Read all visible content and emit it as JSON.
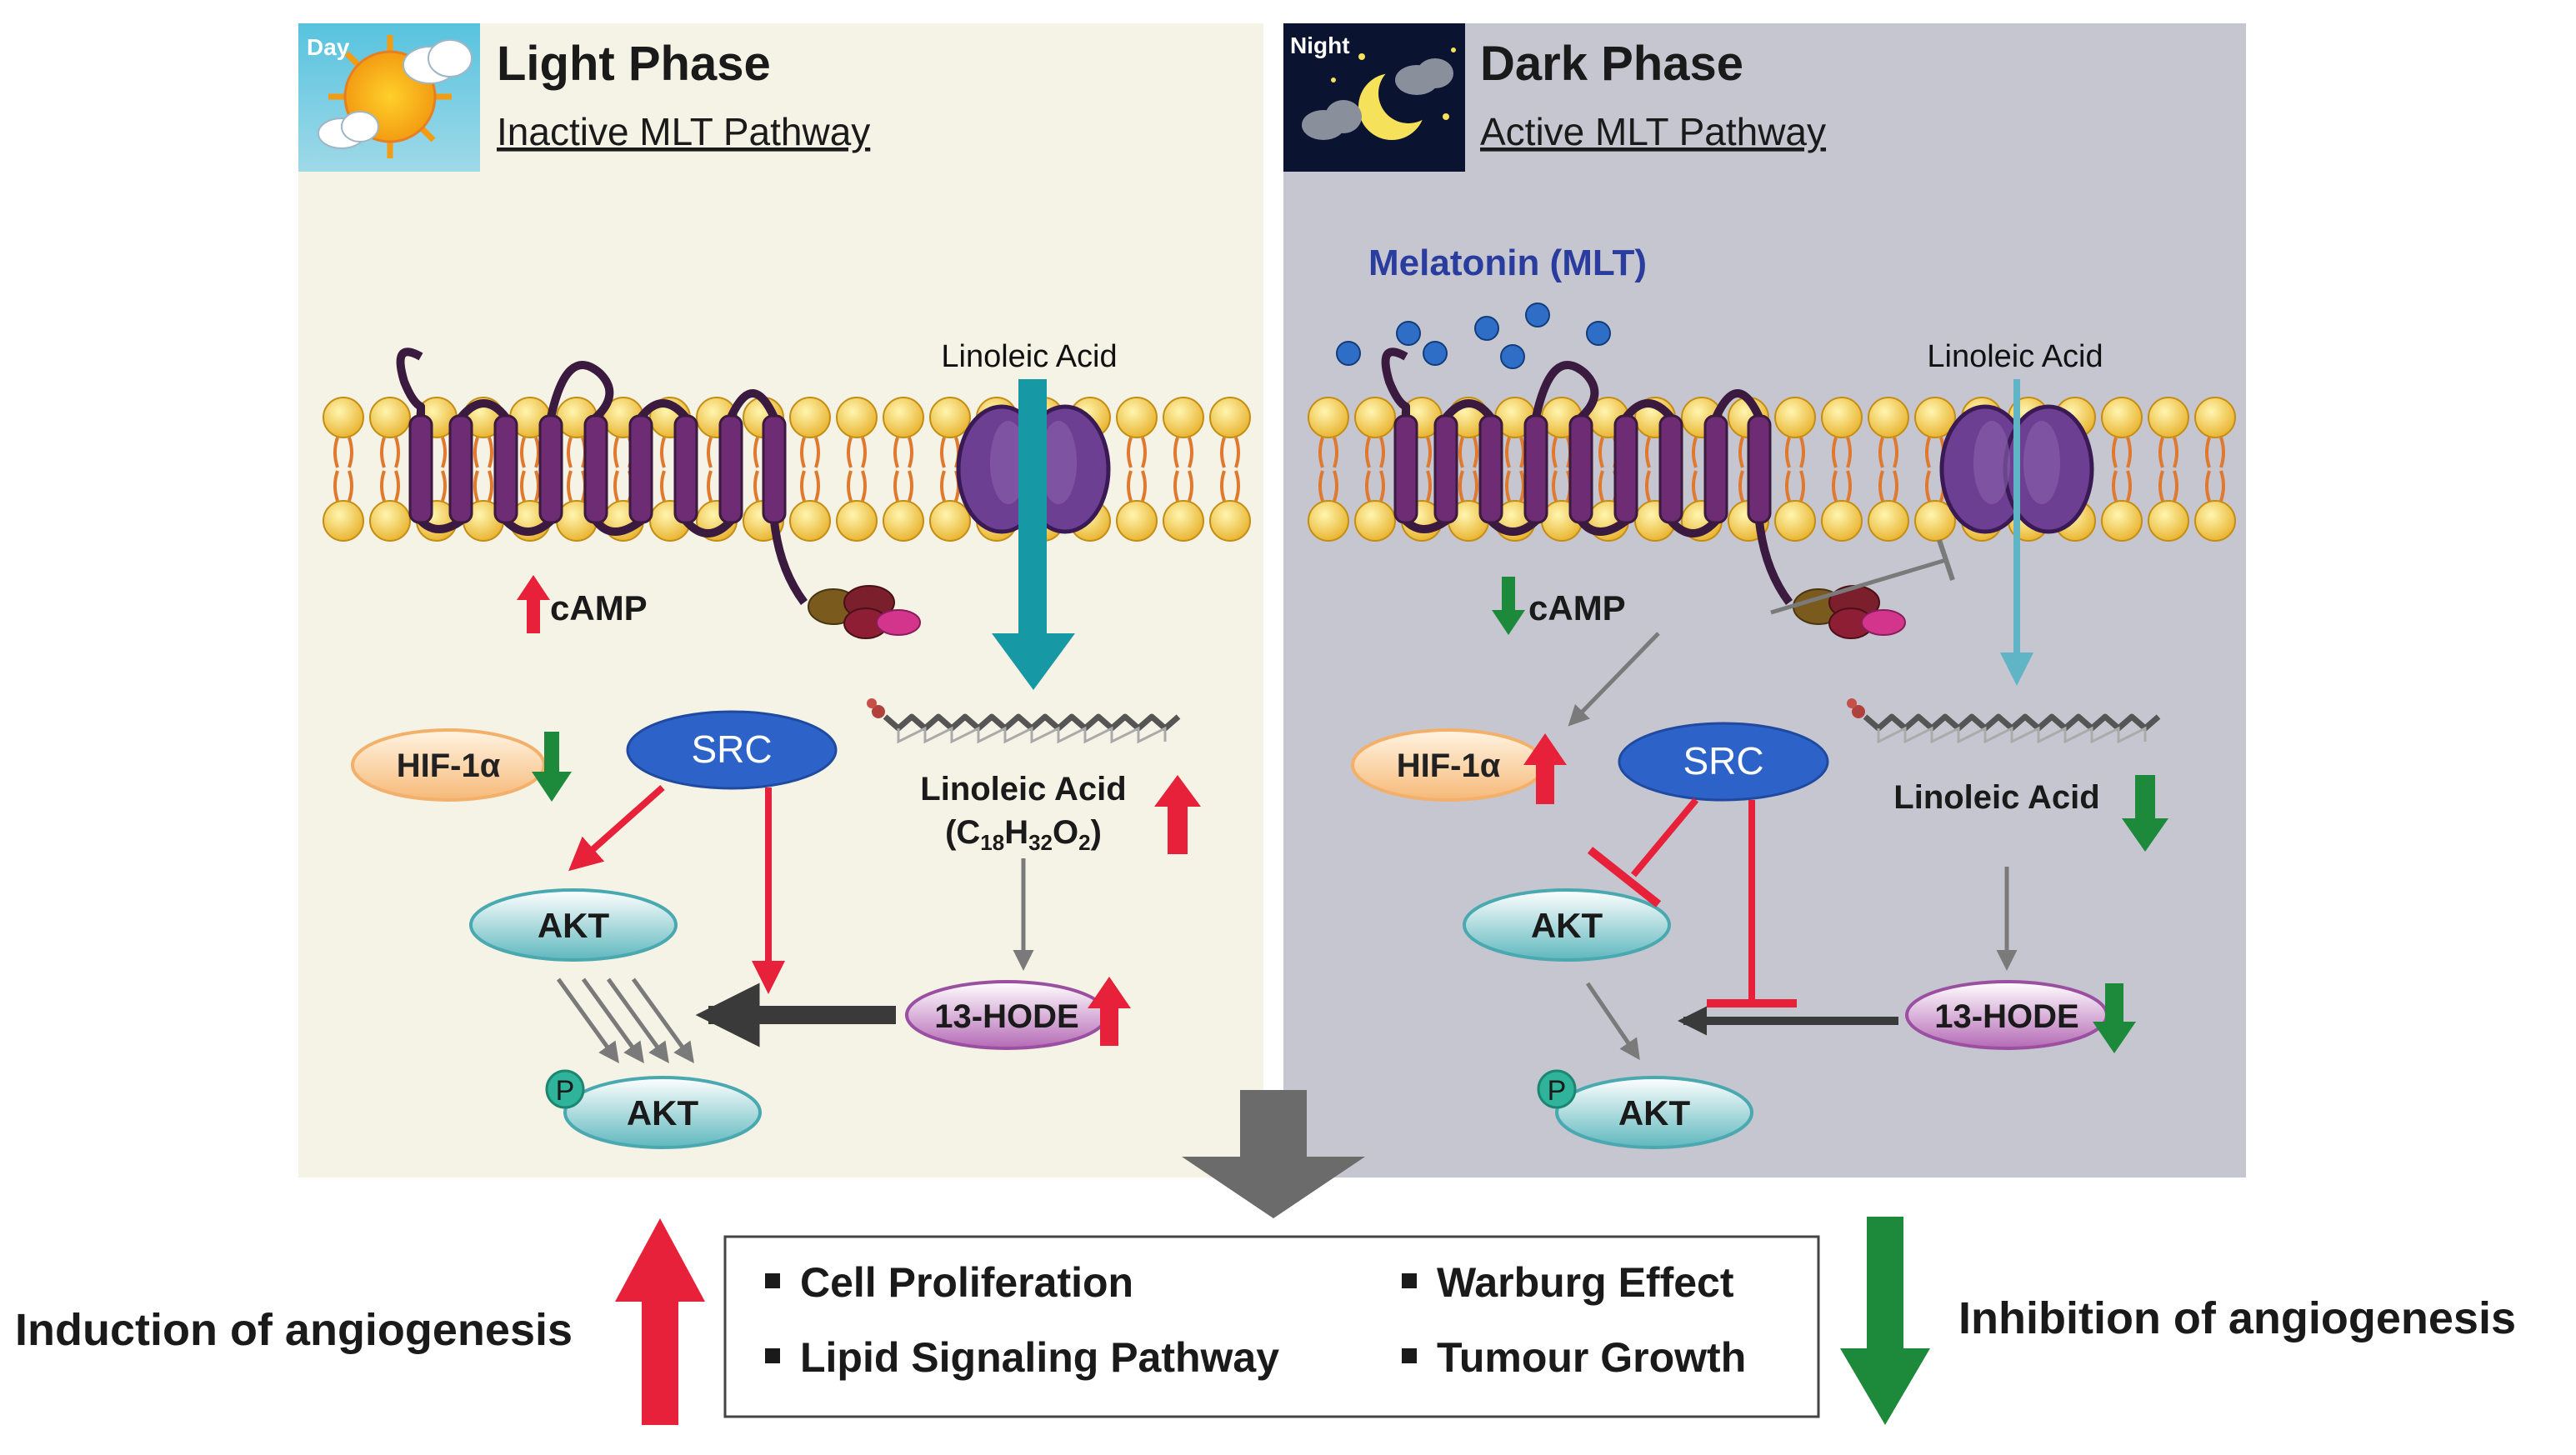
{
  "light_panel": {
    "badge": "Day",
    "title": "Light Phase",
    "subtitle": "Inactive MLT Pathway",
    "membrane_label": "Linoleic Acid",
    "camp": "cAMP",
    "hif": "HIF-1α",
    "src": "SRC",
    "linoleic": "Linoleic Acid",
    "formula": "(C18H32O2)",
    "akt": "AKT",
    "hode": "13-HODE",
    "p": "P",
    "pakt": "AKT"
  },
  "dark_panel": {
    "badge": "Night",
    "title": "Dark Phase",
    "subtitle": "Active MLT Pathway",
    "melatonin": "Melatonin (MLT)",
    "membrane_label": "Linoleic Acid",
    "camp": "cAMP",
    "hif": "HIF-1α",
    "src": "SRC",
    "linoleic": "Linoleic Acid",
    "akt": "AKT",
    "hode": "13-HODE",
    "p": "P",
    "pakt": "AKT"
  },
  "outcome": {
    "left": "Induction of angiogenesis",
    "right": "Inhibition of angiogenesis",
    "items": [
      "Cell Proliferation",
      "Warburg Effect",
      "Lipid Signaling Pathway",
      "Tumour Growth"
    ]
  },
  "colors": {
    "light_bg": "#f4f3e6",
    "dark_bg": "#c6c6d0",
    "up_red": "#e8213a",
    "down_green": "#1c8a3a",
    "teal": "#1698a5",
    "src_blue": "#2d63c9",
    "melatonin_blue": "#2a3d9e",
    "receptor_purple": "#6d2c73"
  }
}
